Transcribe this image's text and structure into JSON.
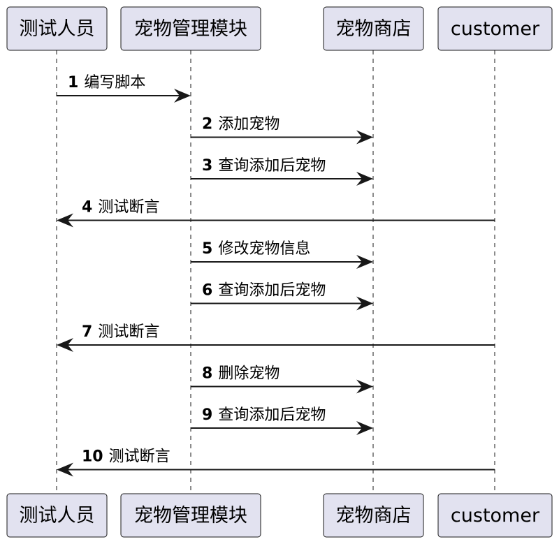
{
  "participants": [
    {
      "id": "tester",
      "label": "测试人员"
    },
    {
      "id": "pet_module",
      "label": "宠物管理模块"
    },
    {
      "id": "pet_store",
      "label": "宠物商店"
    },
    {
      "id": "customer",
      "label": "customer"
    }
  ],
  "messages": [
    {
      "number": "1",
      "text": "编写脚本",
      "from": "tester",
      "to": "pet_module"
    },
    {
      "number": "2",
      "text": "添加宠物",
      "from": "pet_module",
      "to": "pet_store"
    },
    {
      "number": "3",
      "text": "查询添加后宠物",
      "from": "pet_module",
      "to": "pet_store"
    },
    {
      "number": "4",
      "text": "测试断言",
      "from": "customer",
      "to": "tester"
    },
    {
      "number": "5",
      "text": "修改宠物信息",
      "from": "pet_module",
      "to": "pet_store"
    },
    {
      "number": "6",
      "text": "查询添加后宠物",
      "from": "pet_module",
      "to": "pet_store"
    },
    {
      "number": "7",
      "text": "测试断言",
      "from": "customer",
      "to": "tester"
    },
    {
      "number": "8",
      "text": "删除宠物",
      "from": "pet_module",
      "to": "pet_store"
    },
    {
      "number": "9",
      "text": "查询添加后宠物",
      "from": "pet_module",
      "to": "pet_store"
    },
    {
      "number": "10",
      "text": "测试断言",
      "from": "customer",
      "to": "tester"
    }
  ],
  "colors": {
    "participant_fill": "#e2e2f0",
    "line": "#181818"
  }
}
